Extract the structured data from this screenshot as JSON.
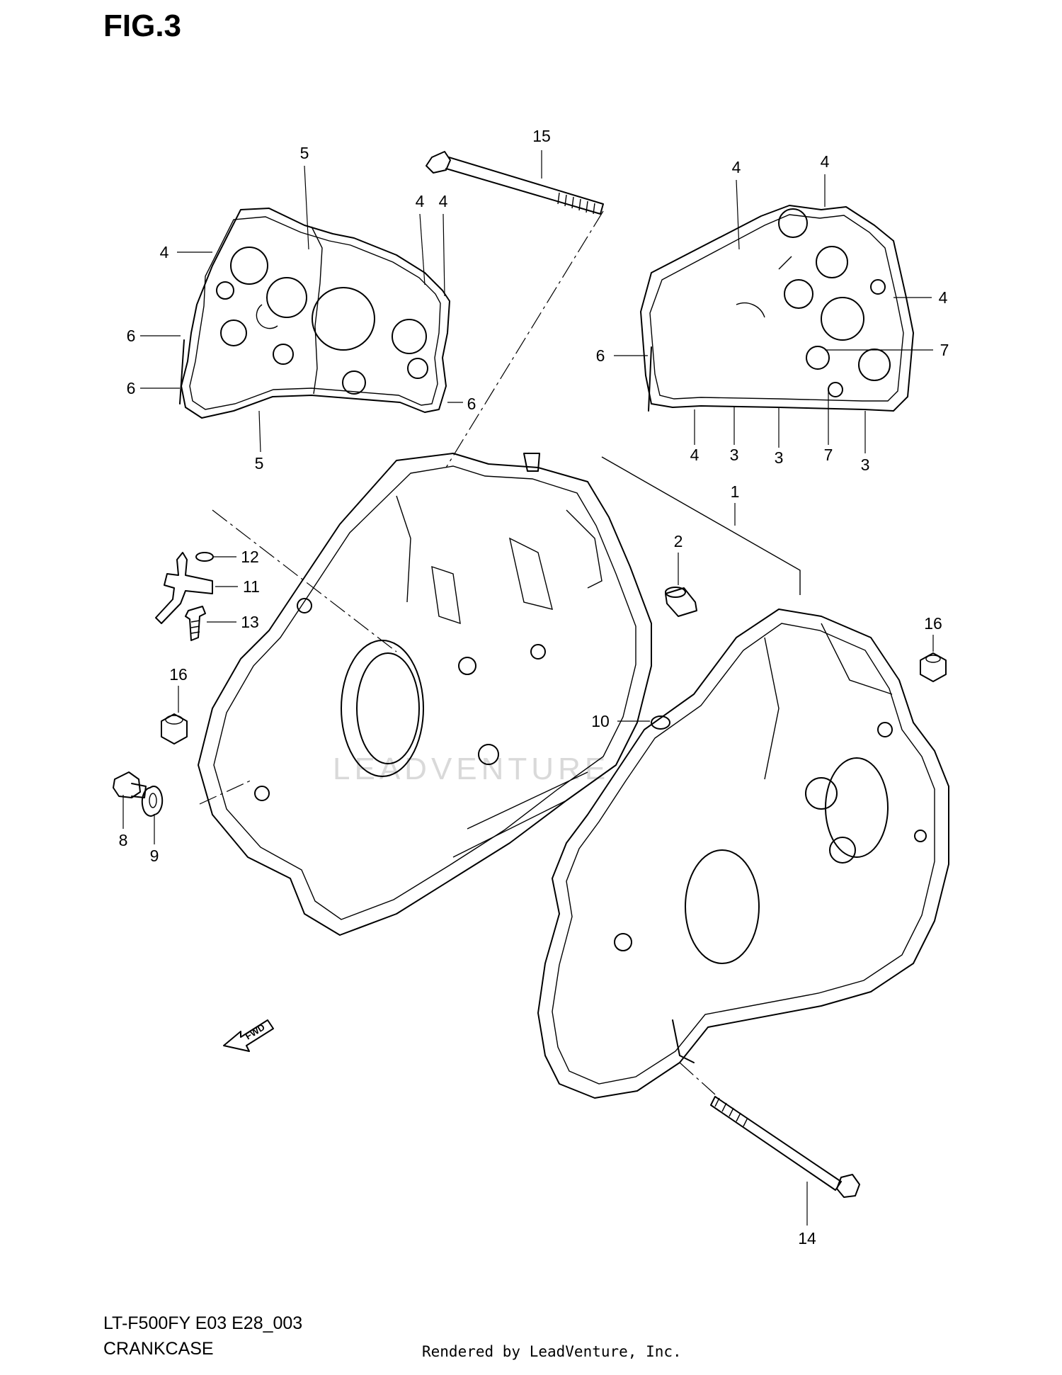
{
  "figure": {
    "title": "FIG.3",
    "model_code": "LT-F500FY E03 E28_003",
    "caption": "CRANKCASE",
    "credit": "Rendered by LeadVenture, Inc.",
    "watermark": "LEADVENTURE",
    "fwd_label": "FWD"
  },
  "callouts": [
    {
      "label": "15"
    },
    {
      "label": "5"
    },
    {
      "label": "4"
    },
    {
      "label": "4"
    },
    {
      "label": "4"
    },
    {
      "label": "6"
    },
    {
      "label": "6"
    },
    {
      "label": "6"
    },
    {
      "label": "5"
    },
    {
      "label": "4"
    },
    {
      "label": "4"
    },
    {
      "label": "4"
    },
    {
      "label": "6"
    },
    {
      "label": "7"
    },
    {
      "label": "4"
    },
    {
      "label": "3"
    },
    {
      "label": "3"
    },
    {
      "label": "7"
    },
    {
      "label": "3"
    },
    {
      "label": "1"
    },
    {
      "label": "2"
    },
    {
      "label": "12"
    },
    {
      "label": "11"
    },
    {
      "label": "13"
    },
    {
      "label": "16"
    },
    {
      "label": "16"
    },
    {
      "label": "10"
    },
    {
      "label": "8"
    },
    {
      "label": "9"
    },
    {
      "label": "14"
    }
  ]
}
